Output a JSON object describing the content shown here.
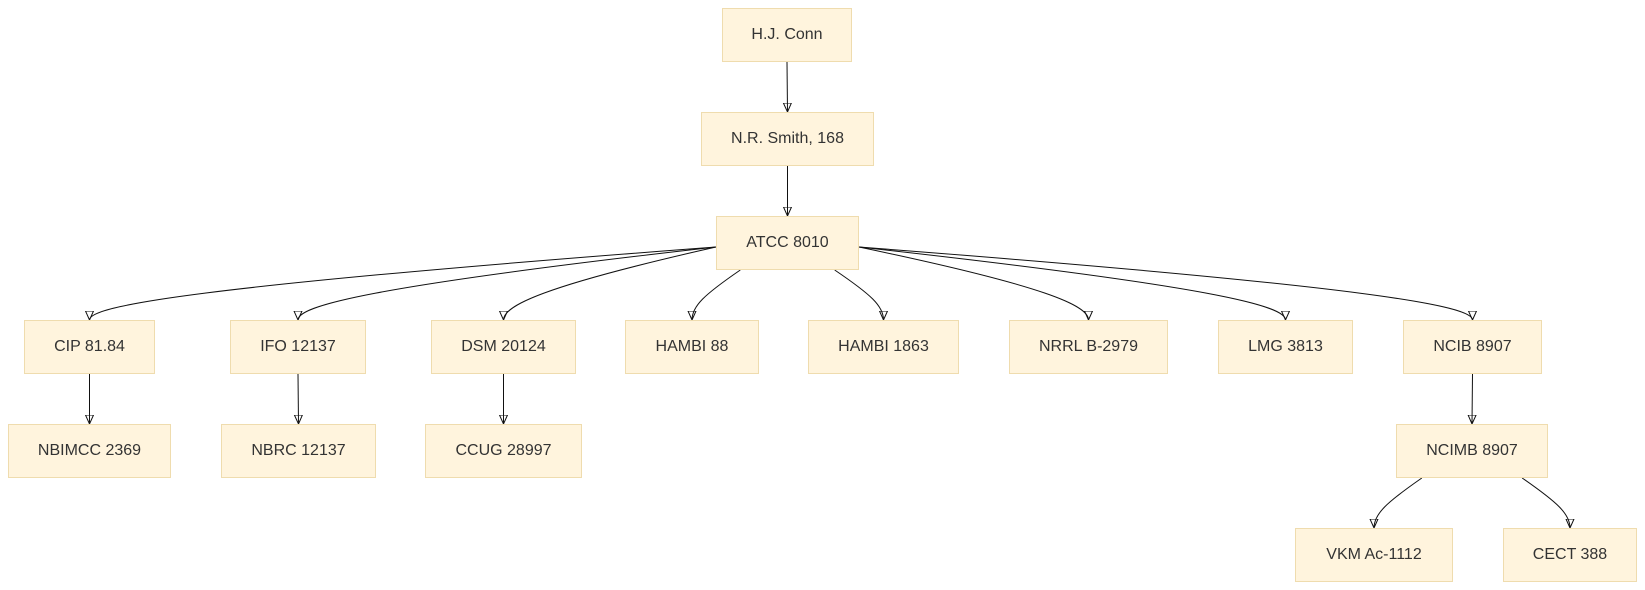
{
  "diagram": {
    "nodes": {
      "hj_conn": "H.J. Conn",
      "nr_smith": "N.R. Smith, 168",
      "atcc": "ATCC 8010",
      "cip": "CIP 81.84",
      "ifo": "IFO 12137",
      "dsm": "DSM 20124",
      "hambi88": "HAMBI 88",
      "hambi1863": "HAMBI 1863",
      "nrrl": "NRRL B-2979",
      "lmg": "LMG 3813",
      "ncib": "NCIB 8907",
      "nbimcc": "NBIMCC 2369",
      "nbrc": "NBRC 12137",
      "ccug": "CCUG 28997",
      "ncimb": "NCIMB 8907",
      "vkm": "VKM Ac-1112",
      "cect": "CECT 388"
    },
    "edges": [
      [
        "hj_conn",
        "nr_smith"
      ],
      [
        "nr_smith",
        "atcc"
      ],
      [
        "atcc",
        "cip"
      ],
      [
        "atcc",
        "ifo"
      ],
      [
        "atcc",
        "dsm"
      ],
      [
        "atcc",
        "hambi88"
      ],
      [
        "atcc",
        "hambi1863"
      ],
      [
        "atcc",
        "nrrl"
      ],
      [
        "atcc",
        "lmg"
      ],
      [
        "atcc",
        "ncib"
      ],
      [
        "cip",
        "nbimcc"
      ],
      [
        "ifo",
        "nbrc"
      ],
      [
        "dsm",
        "ccug"
      ],
      [
        "ncib",
        "ncimb"
      ],
      [
        "ncimb",
        "vkm"
      ],
      [
        "ncimb",
        "cect"
      ]
    ],
    "colors": {
      "node_fill": "#fff4dd",
      "node_border": "#efdcae",
      "edge": "#111111",
      "text": "#333333"
    }
  }
}
